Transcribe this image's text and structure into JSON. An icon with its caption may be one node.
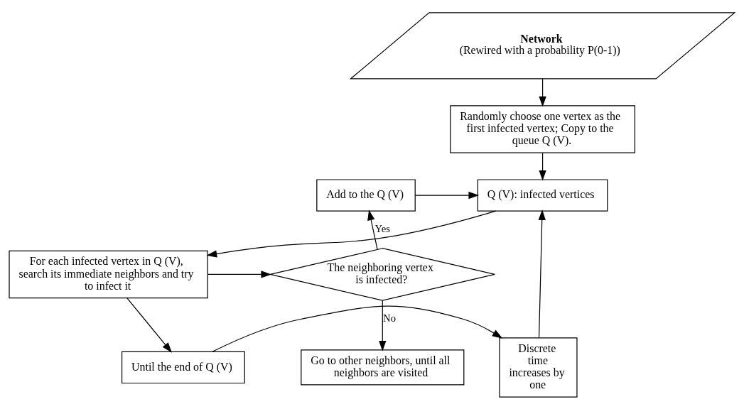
{
  "diagram": {
    "nodes": [
      {
        "text": [
          "Network",
          "(Rewired with a probability P(0-1))"
        ]
      },
      {
        "text": [
          "Randomly choose one vertex as the first infected vertex; Copy to the queue Q (V)."
        ]
      },
      {
        "text": [
          "Q (V): infected vertices"
        ]
      },
      {
        "text": [
          "For each infected vertex in Q (V), search its immediate neighbors and try to infect it"
        ]
      },
      {
        "text": [
          "Until the end of Q (V)"
        ]
      },
      {
        "text": [
          "Discrete time increases by one"
        ]
      },
      {
        "text": [
          "Add to the Q (V)"
        ]
      },
      {
        "text": [
          "The neighboring vertex is infected?"
        ]
      },
      {
        "text": [
          "Go to other neighbors, until all neighbors are visited"
        ]
      }
    ],
    "edges": [
      {
        "from": 0,
        "to": 1,
        "arrow": "to"
      },
      {
        "from": 1,
        "to": 2,
        "arrow": "to"
      },
      {
        "from": 2,
        "to": 3,
        "arrow": "to"
      },
      {
        "from": 3,
        "to": 4,
        "arrow": "to"
      },
      {
        "from": 4,
        "to": 5,
        "arrow": "to"
      },
      {
        "from": 5,
        "to": 2,
        "arrow": "to"
      },
      {
        "from": 3,
        "to": 7,
        "arrow": "to"
      },
      {
        "from": 7,
        "to": 6,
        "arrow": "to",
        "label": "Yes"
      },
      {
        "from": 6,
        "to": 2,
        "arrow": "to"
      },
      {
        "from": 7,
        "to": 8,
        "arrow": "to",
        "label": "No"
      }
    ]
  }
}
